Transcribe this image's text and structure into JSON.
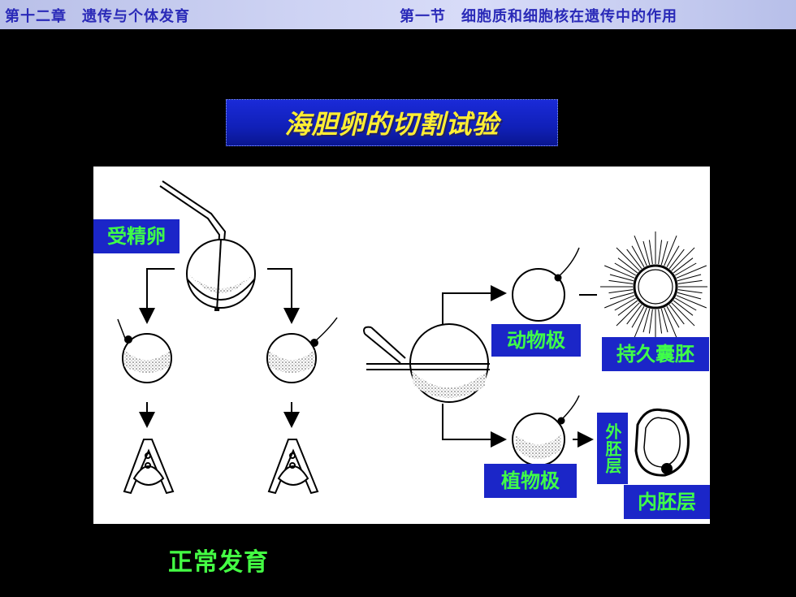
{
  "header": {
    "left": "第十二章　遗传与个体发育",
    "right": "第一节　细胞质和细胞核在遗传中的作用"
  },
  "title": "海胆卵的切割试验",
  "labels": {
    "fertilized_egg": "受精卵",
    "animal_pole": "动物极",
    "persistent_blastula": "持久囊胚",
    "ectoderm": "外胚层",
    "vegetal_pole": "植物极",
    "endoderm": "内胚层"
  },
  "caption": "正常发育",
  "colors": {
    "header_text": "#2a2ab8",
    "title_text": "#ffee33",
    "label_bg": "#1b26c8",
    "label_text": "#3fff48"
  }
}
